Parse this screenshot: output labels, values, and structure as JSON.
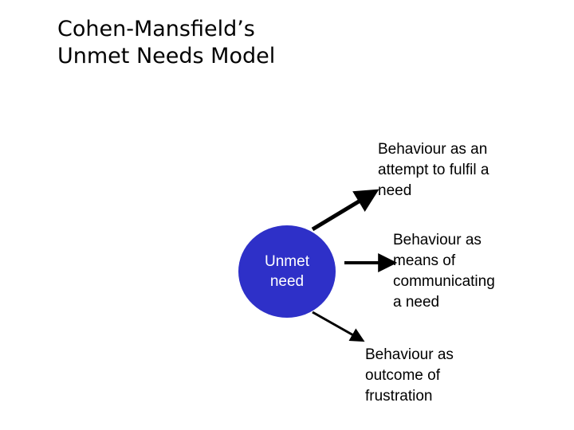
{
  "slide": {
    "title": "Cohen-Mansfield’s\nUnmet Needs Model",
    "background_color": "#ffffff",
    "center_node": {
      "label": "Unmet\nneed",
      "fill_color": "#2E30C8",
      "text_color": "#ffffff"
    },
    "branches": [
      {
        "name": "attempt",
        "text": "Behaviour as an\nattempt to fulfil a\nneed"
      },
      {
        "name": "communicating",
        "text": "Behaviour  as\nmeans of\ncommunicating\na need"
      },
      {
        "name": "frustration",
        "text": "Behaviour as\noutcome of\nfrustration"
      }
    ],
    "arrow_color": "#000000"
  }
}
